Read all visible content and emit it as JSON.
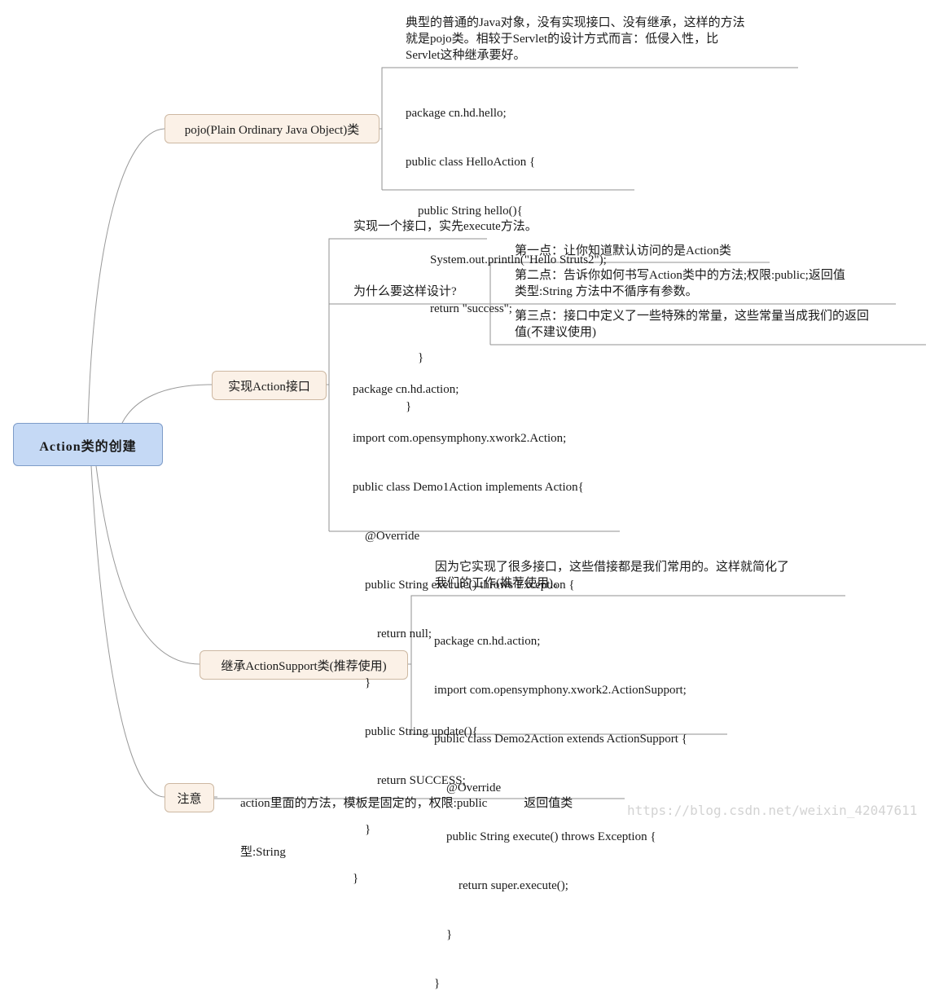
{
  "root": {
    "label": "Action类的创建"
  },
  "branches": [
    {
      "label": "pojo(Plain Ordinary Java Object)类"
    },
    {
      "label": "实现Action接口"
    },
    {
      "label": "继承ActionSupport类(推荐使用)"
    },
    {
      "label": "注意"
    }
  ],
  "pojo": {
    "note": [
      "典型的普通的Java对象，没有实现接口、没有继承，这样的方法",
      "就是pojo类。相较于Servlet的设计方式而言：低侵入性，比",
      "Servlet这种继承要好。"
    ],
    "code": [
      "package cn.hd.hello;",
      "public class HelloAction {",
      "    public String hello(){",
      "        System.out.println(\"Hello Struts2\");",
      "        return \"success\";",
      "    }",
      "}"
    ]
  },
  "action_interface": {
    "note": "实现一个接口，实先execute方法。",
    "why": "为什么要这样设计?",
    "points": [
      [
        "第一点：让你知道默认访问的是Action类"
      ],
      [
        "第二点：告诉你如何书写Action类中的方法;权限:public;返回值",
        "类型:String 方法中不循序有参数。"
      ],
      [
        "第三点：接口中定义了一些特殊的常量，这些常量当成我们的返回",
        "值(不建议使用)"
      ]
    ],
    "code": [
      "package cn.hd.action;",
      "import com.opensymphony.xwork2.Action;",
      "public class Demo1Action implements Action{",
      "    @Override",
      "    public String execute() throws Exception {",
      "        return null;",
      "    }",
      "    public String update(){",
      "        return SUCCESS;",
      "    }",
      "}"
    ]
  },
  "action_support": {
    "note": [
      "因为它实现了很多接口，这些借接都是我们常用的。这样就简化了",
      "我们的工作(推荐使用)。"
    ],
    "code": [
      "package cn.hd.action;",
      "import com.opensymphony.xwork2.ActionSupport;",
      "public class Demo2Action extends ActionSupport {",
      "    @Override",
      "    public String execute() throws Exception {",
      "        return super.execute();",
      "    }",
      "}"
    ]
  },
  "notice": {
    "lines": [
      "action里面的方法，模板是固定的，权限:public            返回值类",
      "型:String"
    ]
  },
  "watermark": "https://blog.csdn.net/weixin_42047611"
}
